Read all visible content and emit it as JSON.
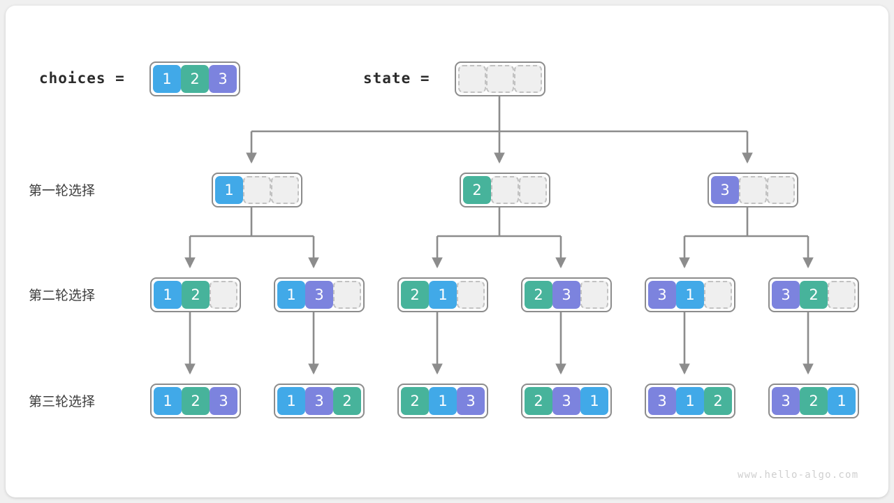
{
  "watermark": "www.hello-algo.com",
  "header": {
    "choices_label": "choices =",
    "choices_values": [
      "1",
      "2",
      "3"
    ],
    "state_label": "state =",
    "state_values": [
      "",
      "",
      ""
    ]
  },
  "palette": {
    "value_1": "#41a9e8",
    "value_2": "#47b39b",
    "value_3": "#7c83de",
    "empty_cell": "#efefef",
    "empty_border": "#c2c2c2",
    "container_border": "#8c8c8c",
    "connector": "#8c8c8c",
    "card_background": "#ffffff",
    "page_background": "#f0f0f0",
    "watermark_text": "#cfcfcf"
  },
  "rows": [
    {
      "label": "第一轮选择",
      "nodes": [
        {
          "cells": [
            "1",
            "",
            ""
          ]
        },
        {
          "cells": [
            "2",
            "",
            ""
          ]
        },
        {
          "cells": [
            "3",
            "",
            ""
          ]
        }
      ]
    },
    {
      "label": "第二轮选择",
      "nodes": [
        {
          "cells": [
            "1",
            "2",
            ""
          ]
        },
        {
          "cells": [
            "1",
            "3",
            ""
          ]
        },
        {
          "cells": [
            "2",
            "1",
            ""
          ]
        },
        {
          "cells": [
            "2",
            "3",
            ""
          ]
        },
        {
          "cells": [
            "3",
            "1",
            ""
          ]
        },
        {
          "cells": [
            "3",
            "2",
            ""
          ]
        }
      ]
    },
    {
      "label": "第三轮选择",
      "nodes": [
        {
          "cells": [
            "1",
            "2",
            "3"
          ]
        },
        {
          "cells": [
            "1",
            "3",
            "2"
          ]
        },
        {
          "cells": [
            "2",
            "1",
            "3"
          ]
        },
        {
          "cells": [
            "2",
            "3",
            "1"
          ]
        },
        {
          "cells": [
            "3",
            "1",
            "2"
          ]
        },
        {
          "cells": [
            "3",
            "2",
            "1"
          ]
        }
      ]
    }
  ],
  "chart_data": {
    "type": "diagram",
    "title": "Permutation backtracking decision tree",
    "root": {
      "state": [
        "",
        "",
        ""
      ],
      "choices": [
        "1",
        "2",
        "3"
      ]
    },
    "levels": [
      {
        "name": "第一轮选择",
        "states": [
          [
            "1"
          ],
          [
            "2"
          ],
          [
            "3"
          ]
        ]
      },
      {
        "name": "第二轮选择",
        "states": [
          [
            "1",
            "2"
          ],
          [
            "1",
            "3"
          ],
          [
            "2",
            "1"
          ],
          [
            "2",
            "3"
          ],
          [
            "3",
            "1"
          ],
          [
            "3",
            "2"
          ]
        ]
      },
      {
        "name": "第三轮选择",
        "states": [
          [
            "1",
            "2",
            "3"
          ],
          [
            "1",
            "3",
            "2"
          ],
          [
            "2",
            "1",
            "3"
          ],
          [
            "2",
            "3",
            "1"
          ],
          [
            "3",
            "1",
            "2"
          ],
          [
            "3",
            "2",
            "1"
          ]
        ]
      }
    ],
    "branching_factors": [
      3,
      2,
      1
    ],
    "leaf_count": 6
  }
}
